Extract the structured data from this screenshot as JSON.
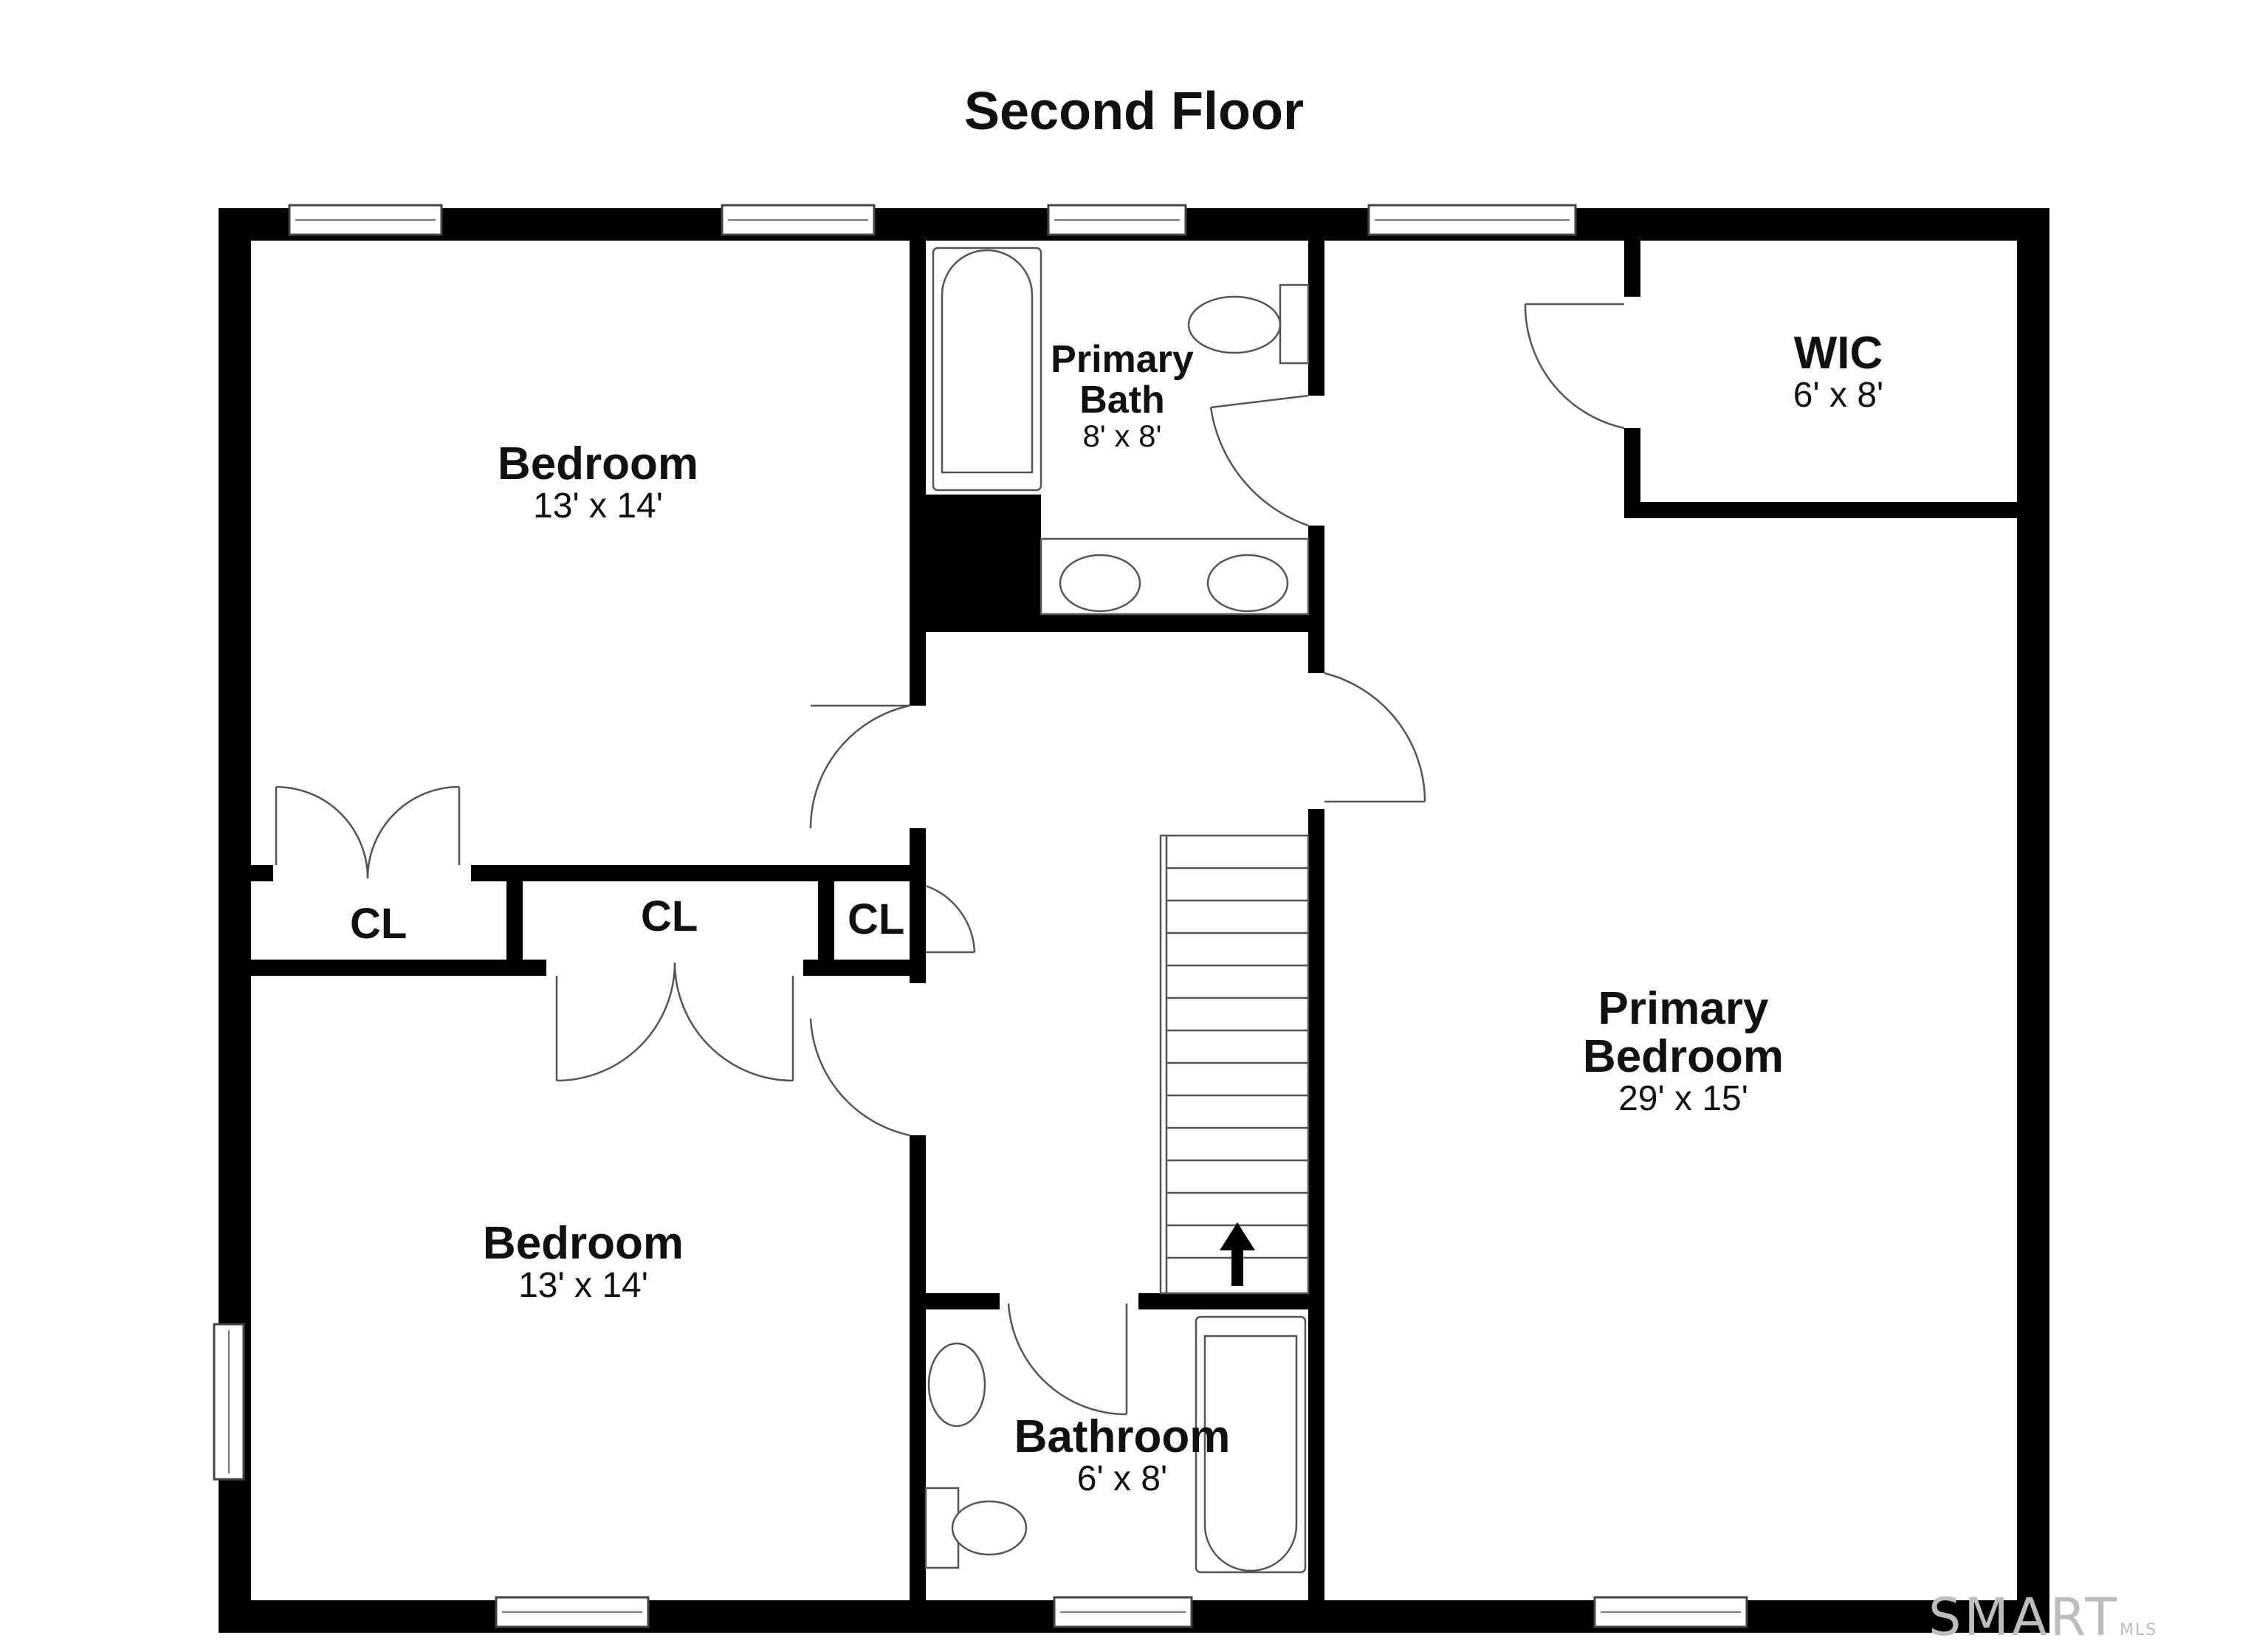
{
  "title": "Second Floor",
  "rooms": {
    "bedroom_top": {
      "name": "Bedroom",
      "dims": "13' x 14'"
    },
    "bedroom_bottom": {
      "name": "Bedroom",
      "dims": "13' x 14'"
    },
    "primary_bath": {
      "name_line1": "Primary",
      "name_line2": "Bath",
      "dims": "8' x 8'"
    },
    "wic": {
      "name": "WIC",
      "dims": "6' x 8'"
    },
    "primary_bedroom": {
      "name_line1": "Primary",
      "name_line2": "Bedroom",
      "dims": "29' x 15'"
    },
    "bathroom": {
      "name": "Bathroom",
      "dims": "6' x 8'"
    }
  },
  "closets": {
    "left": "CL",
    "middle": "CL",
    "small": "CL"
  },
  "logo": {
    "text": "SMART",
    "sub": "MLS"
  },
  "colors": {
    "wall": "#000000",
    "line": "#555555",
    "background": "#ffffff",
    "logo": "#bdbdbd"
  }
}
